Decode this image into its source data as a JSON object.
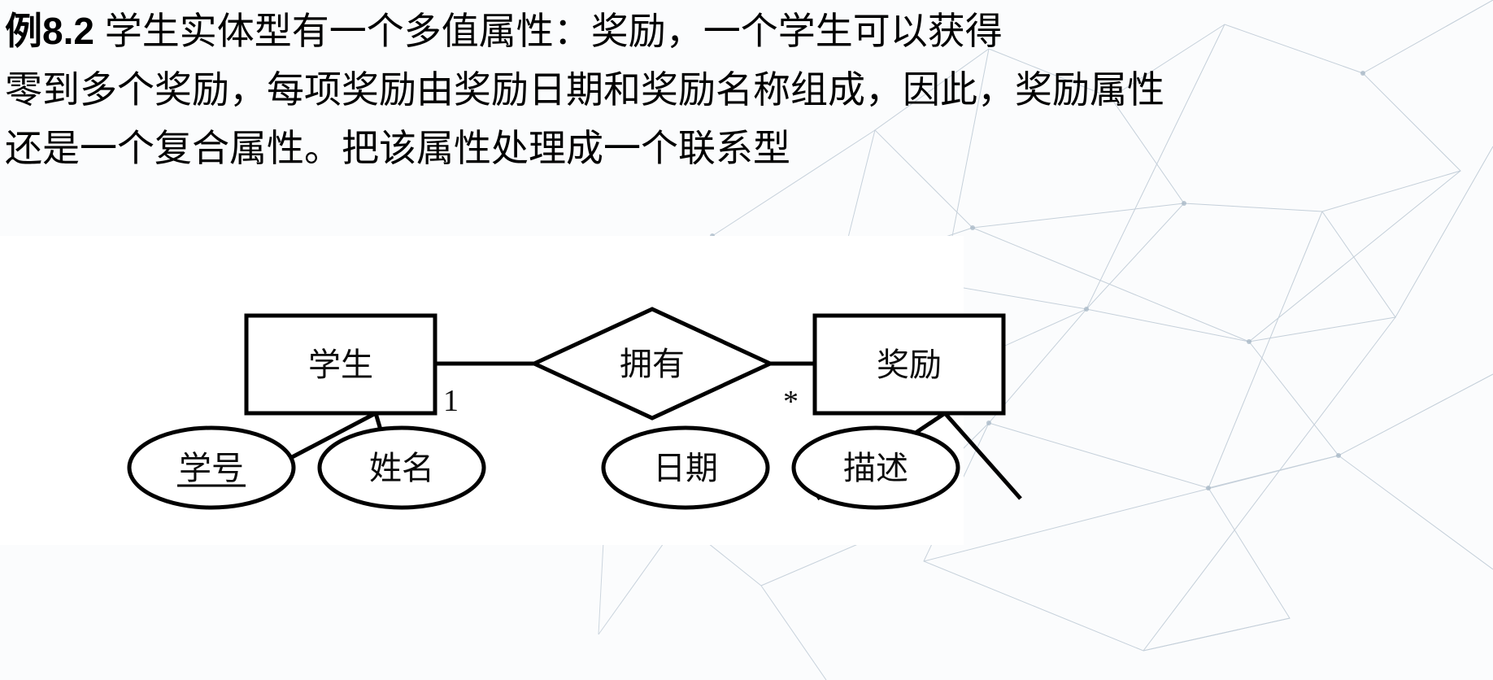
{
  "slide": {
    "body_text": {
      "lines": [
        {
          "lead": "例8.2",
          "body": "  学生实体型有一个多值属性：奖励，一个学生可以获得"
        },
        {
          "lead": "",
          "body": "零到多个奖励，每项奖励由奖励日期和奖励名称组成，因此，奖励属性"
        },
        {
          "lead": "",
          "body": "还是一个复合属性。把该属性处理成一个联系型"
        }
      ]
    },
    "diagram": {
      "type": "er-diagram",
      "entities": [
        {
          "id": "student",
          "label": "学生",
          "shape": "rectangle"
        },
        {
          "id": "award",
          "label": "奖励",
          "shape": "rectangle"
        }
      ],
      "relationships": [
        {
          "id": "owns",
          "label": "拥有",
          "shape": "diamond"
        }
      ],
      "attributes": [
        {
          "id": "student-id",
          "label": "学号",
          "shape": "ellipse",
          "key": true,
          "owner": "student"
        },
        {
          "id": "student-name",
          "label": "姓名",
          "shape": "ellipse",
          "key": false,
          "owner": "student"
        },
        {
          "id": "award-date",
          "label": "日期",
          "shape": "ellipse",
          "key": false,
          "owner": "award"
        },
        {
          "id": "award-desc",
          "label": "描述",
          "shape": "ellipse",
          "key": false,
          "owner": "award"
        }
      ],
      "cardinalities": [
        {
          "id": "student-side",
          "label": "1"
        },
        {
          "id": "award-side",
          "label": "*"
        }
      ]
    },
    "colors": {
      "ink": "#000000",
      "page": "#ffffff",
      "texture": "#c9d4de"
    }
  }
}
